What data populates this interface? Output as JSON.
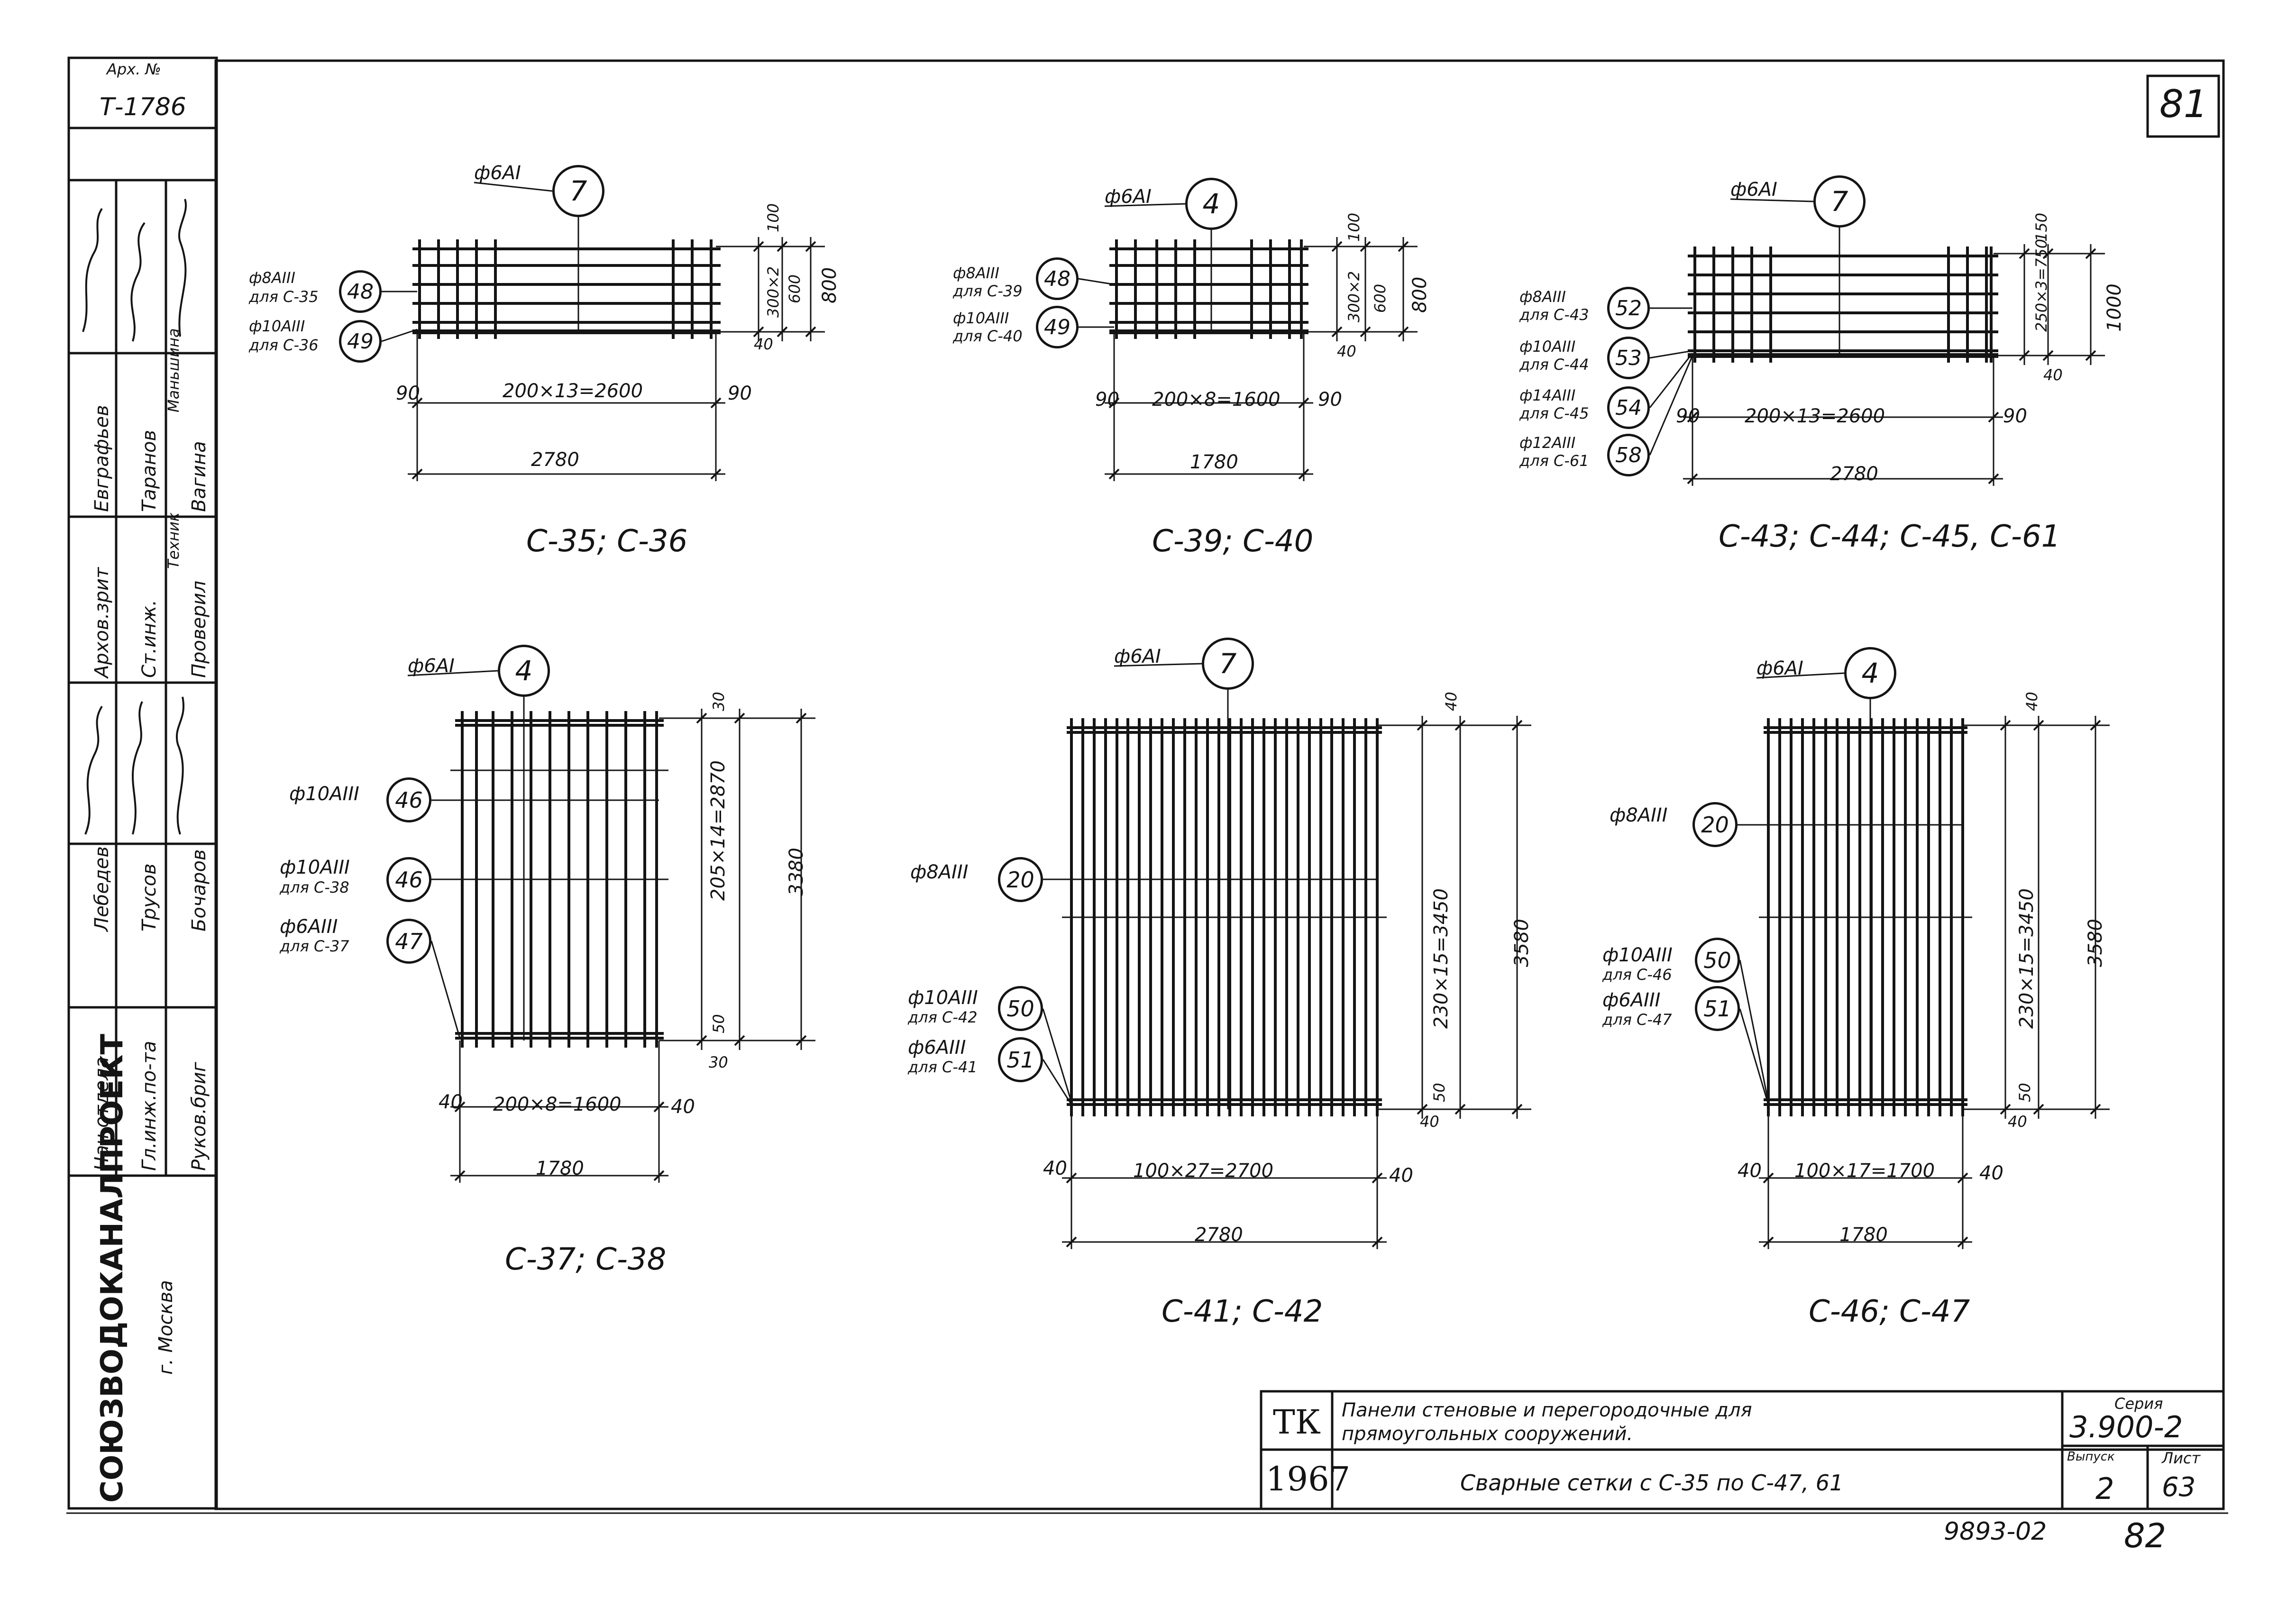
{
  "title_block": {
    "arch_no_label": "Арх. №",
    "arch_no": "Т-1786",
    "rows": [
      {
        "role": "Нач отдела",
        "name": "Лебедев"
      },
      {
        "role": "Гл.инж.по-та",
        "name": "Трусов"
      },
      {
        "role": "Руков.бриг",
        "name": "Бочаров"
      },
      {
        "role": "Архов.зрит",
        "name": "Евграфьев"
      },
      {
        "role": "Ст.инж.",
        "name": "Таранов"
      },
      {
        "role": "Техник",
        "name": "Маньшина"
      },
      {
        "role": "Проверил",
        "name": "Вагина"
      }
    ],
    "org": "СОЮЗВОДОКАНАЛПРОЕКТ",
    "city": "г. Москва"
  },
  "sheet": {
    "page_no": "81",
    "tk": "ТК",
    "year": "1967",
    "desc1": "Панели стеновые и перегородочные для",
    "desc2": "прямоугольных сооружений.",
    "desc3": "Сварные сетки с С-35 по С-47, 61",
    "seriya_label": "Серия",
    "seriya": "3.900-2",
    "vypusk_label": "Выпуск",
    "vypusk": "2",
    "list_label": "Лист",
    "list": "63",
    "bottom_code": "9893-02",
    "bottom_page": "82"
  },
  "meshes": [
    {
      "caption": "С-35; С-36",
      "top_bar": "ф6АI",
      "top_mark": "7",
      "side": [
        {
          "bar": "ф8АIII",
          "for": "для С-35",
          "mark": "48"
        },
        {
          "bar": "ф10АIII",
          "for": "для С-36",
          "mark": "49"
        }
      ],
      "dim_inner": "200×13=2600",
      "end_left": "90",
      "end_right": "90",
      "dim_total": "2780",
      "v_dims": [
        "100",
        "300×2",
        "600",
        "800",
        "40"
      ]
    },
    {
      "caption": "С-39; С-40",
      "top_bar": "ф6АI",
      "top_mark": "4",
      "side": [
        {
          "bar": "ф8АIII",
          "for": "для С-39",
          "mark": "48"
        },
        {
          "bar": "ф10АIII",
          "for": "для С-40",
          "mark": "49"
        }
      ],
      "dim_inner": "200×8=1600",
      "end_left": "90",
      "end_right": "90",
      "dim_total": "1780",
      "v_dims": [
        "100",
        "300×2",
        "600",
        "800",
        "40"
      ]
    },
    {
      "caption": "С-43; С-44; С-45, С-61",
      "top_bar": "ф6АI",
      "top_mark": "7",
      "side": [
        {
          "bar": "ф8АIII",
          "for": "для С-43",
          "mark": "52"
        },
        {
          "bar": "ф10АIII",
          "for": "для С-44",
          "mark": "53"
        },
        {
          "bar": "ф14АIII",
          "for": "для С-45",
          "mark": "54"
        },
        {
          "bar": "ф12АIII",
          "for": "для С-61",
          "mark": "58"
        }
      ],
      "dim_inner": "200×13=2600",
      "end_left": "90",
      "end_right": "90",
      "dim_total": "2780",
      "v_dims": [
        "150",
        "250×3=750",
        "1000",
        "40"
      ]
    },
    {
      "caption": "С-37; С-38",
      "top_bar": "ф6АI",
      "top_mark": "4",
      "side": [
        {
          "bar": "ф10АIII",
          "for": "",
          "mark": "46"
        },
        {
          "bar": "ф10АIII",
          "for": "для С-38",
          "mark": "46"
        },
        {
          "bar": "ф6АIII",
          "for": "для С-37",
          "mark": "47"
        }
      ],
      "dim_inner": "200×8=1600",
      "end_left": "40",
      "end_right": "40",
      "dim_total": "1780",
      "v_dims": [
        "30",
        "205×14=2870",
        "3380",
        "50",
        "30"
      ]
    },
    {
      "caption": "С-41; С-42",
      "top_bar": "ф6АI",
      "top_mark": "7",
      "side": [
        {
          "bar": "ф8АIII",
          "for": "",
          "mark": "20"
        },
        {
          "bar": "ф10АIII",
          "for": "для С-42",
          "mark": "50"
        },
        {
          "bar": "ф6АIII",
          "for": "для С-41",
          "mark": "51"
        }
      ],
      "dim_inner": "100×27=2700",
      "end_left": "40",
      "end_right": "40",
      "dim_total": "2780",
      "v_dims": [
        "40",
        "230×15=3450",
        "3580",
        "50",
        "40"
      ]
    },
    {
      "caption": "С-46; С-47",
      "top_bar": "ф6АI",
      "top_mark": "4",
      "side": [
        {
          "bar": "ф8АIII",
          "for": "",
          "mark": "20"
        },
        {
          "bar": "ф10АIII",
          "for": "для С-46",
          "mark": "50"
        },
        {
          "bar": "ф6АIII",
          "for": "для С-47",
          "mark": "51"
        }
      ],
      "dim_inner": "100×17=1700",
      "end_left": "40",
      "end_right": "40",
      "dim_total": "1780",
      "v_dims": [
        "40",
        "230×15=3450",
        "3580",
        "50",
        "40"
      ]
    }
  ]
}
